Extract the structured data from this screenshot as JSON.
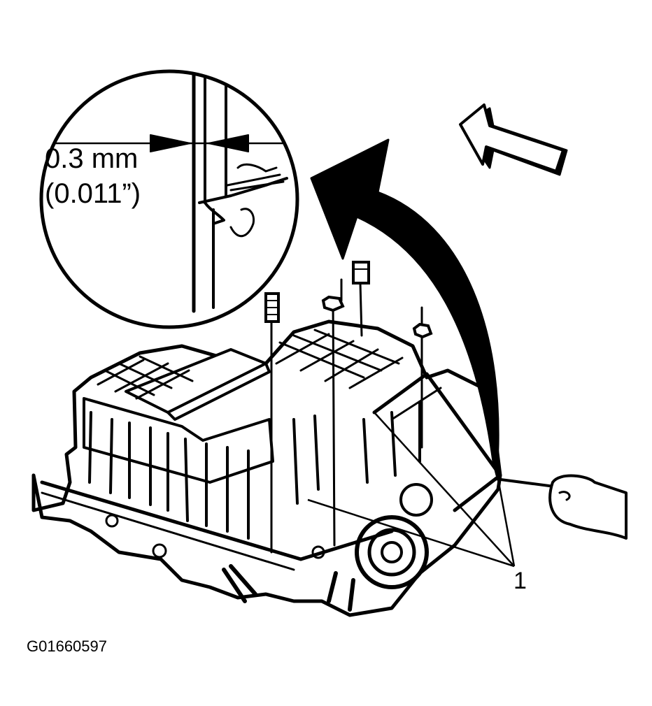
{
  "figure_id": "G01660597",
  "detail": {
    "clearance_mm": "0.3 mm",
    "clearance_in": "(0.011”)"
  },
  "callouts": [
    {
      "number": "1"
    }
  ]
}
